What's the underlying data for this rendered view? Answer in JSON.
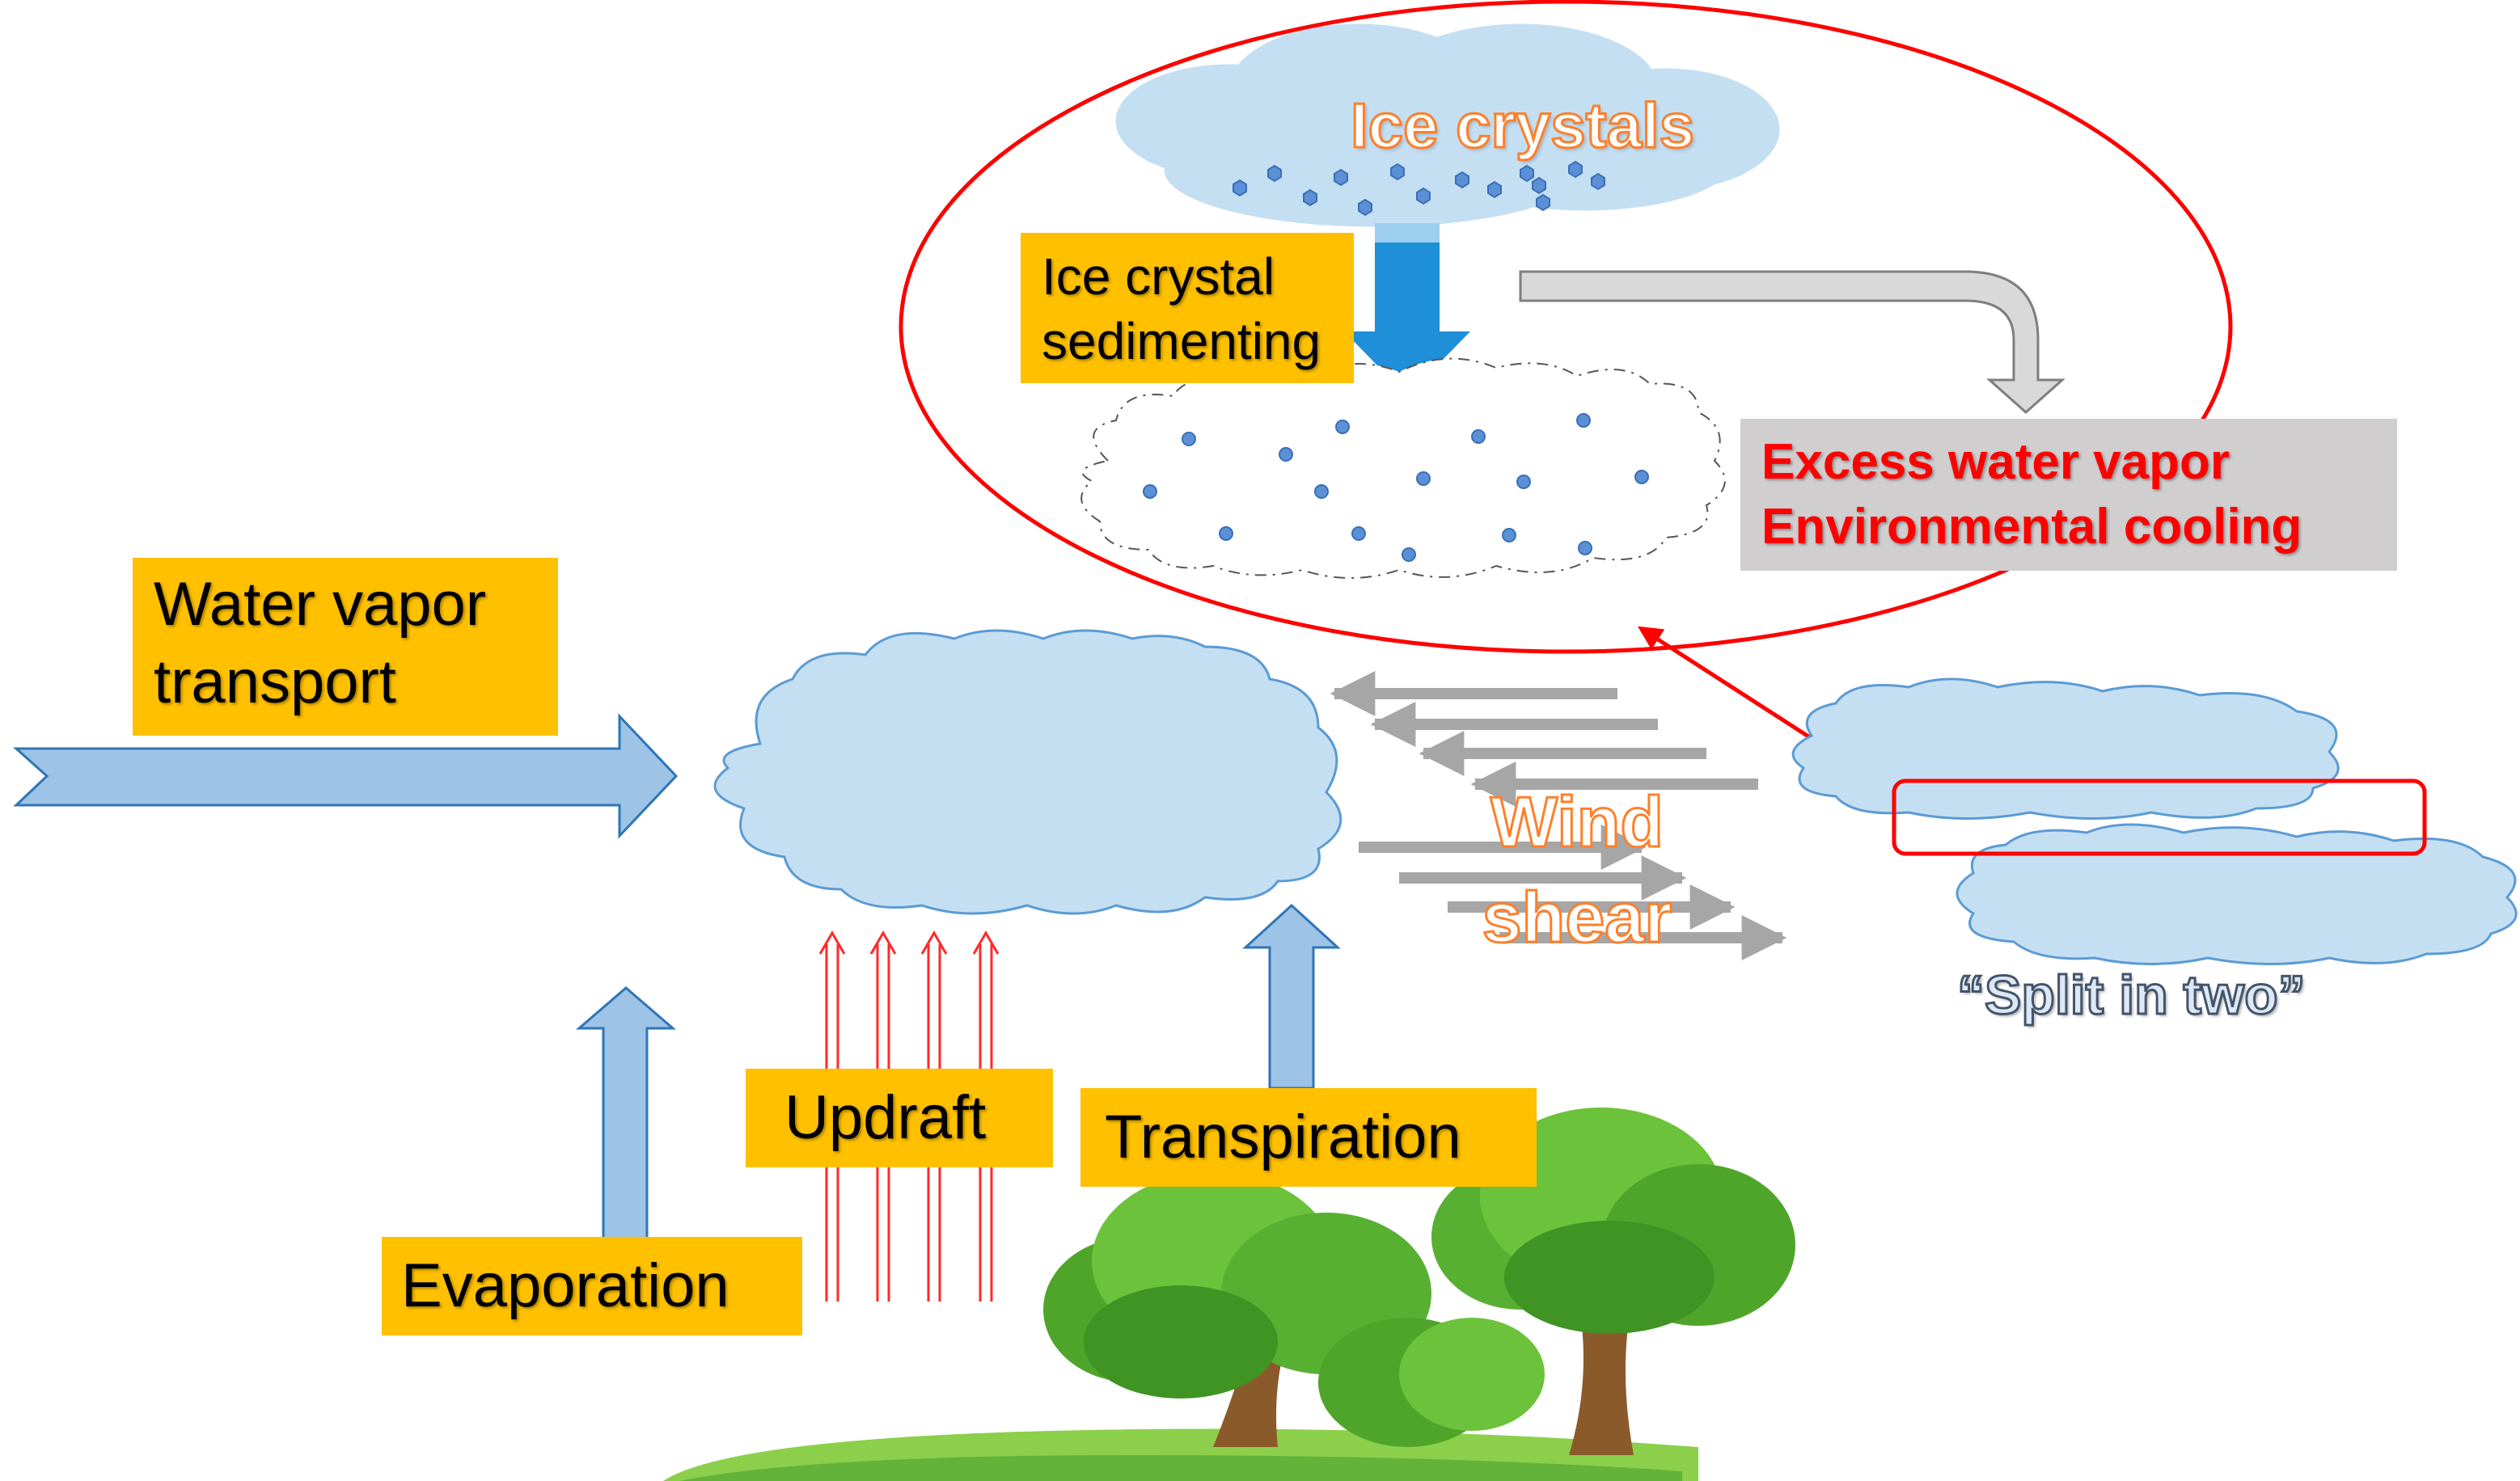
{
  "labels": {
    "water_vapor_transport": [
      "Water vapor",
      "transport"
    ],
    "ice_crystals": "Ice crystals",
    "ice_crystal_sedimenting": [
      "Ice crystal",
      "sedimenting"
    ],
    "excess_box": [
      "Excess water vapor",
      "Environmental cooling"
    ],
    "wind_shear": [
      "Wind",
      "shear"
    ],
    "split_in_two": "“Split in two”",
    "evaporation": "Evaporation",
    "updraft": "Updraft",
    "transpiration": "Transpiration"
  },
  "colors": {
    "label_fill": "#ffc000",
    "arrow_fill": "#9dc3e6",
    "arrow_stroke": "#2e75b6",
    "cloud_fill": "#c5dff2",
    "cloud_stroke": "#8fb8dc",
    "sediment_arrow": "#1e8fd8",
    "highlight_red": "#ff0000",
    "wind_arrow": "#a6a6a6",
    "wordart_orange": "#ff7f2a",
    "excess_box": "#d0cece"
  },
  "icons": {
    "trees": "tree-icon",
    "ice_particles": "hexagon-icon",
    "vapor_dots": "dot-icon"
  }
}
